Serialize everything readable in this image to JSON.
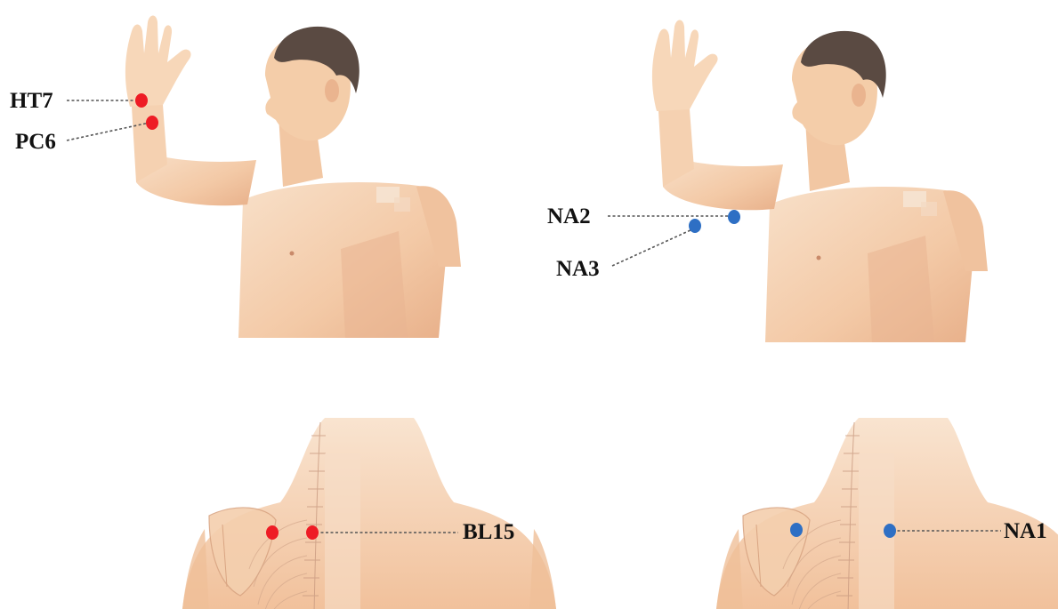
{
  "colors": {
    "skin_light": "#f7dcc4",
    "skin_mid": "#f2c29e",
    "skin_dark": "#e3a27a",
    "hair": "#5a4a42",
    "red_point": "#ee1c25",
    "blue_point": "#2e6fc4",
    "leader_line": "#555555",
    "label_text": "#111111"
  },
  "panels": {
    "top_left": {
      "points": [
        {
          "label": "HT7",
          "color": "red"
        },
        {
          "label": "PC6",
          "color": "red"
        }
      ]
    },
    "top_right": {
      "points": [
        {
          "label": "NA2",
          "color": "blue"
        },
        {
          "label": "NA3",
          "color": "blue"
        }
      ]
    },
    "bottom_left": {
      "points": [
        {
          "label": "BL15",
          "color": "red"
        }
      ]
    },
    "bottom_right": {
      "points": [
        {
          "label": "NA1",
          "color": "blue"
        }
      ]
    }
  }
}
